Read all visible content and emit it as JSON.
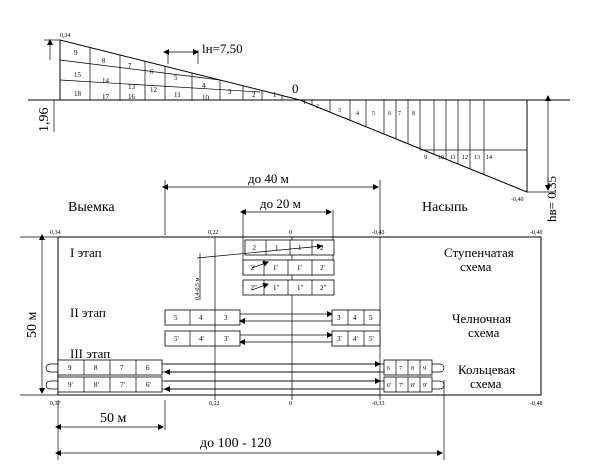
{
  "profile": {
    "left_height": "0,34",
    "depth_label": "1,96",
    "step_label": "lн=7,50",
    "zero_label": "0",
    "right_depth_label": "-0,40",
    "fill_height_label": "hв= 0.35",
    "cut_numbers": [
      "9",
      "8",
      "7",
      "6",
      "15",
      "14",
      "5",
      "4",
      "13",
      "12",
      "11",
      "10",
      "3",
      "2",
      "1",
      "18",
      "17",
      "16"
    ],
    "fill_numbers": [
      "1",
      "2",
      "3",
      "4",
      "5",
      "6",
      "7",
      "8",
      "9",
      "10",
      "11",
      "12",
      "13",
      "14"
    ]
  },
  "dims": {
    "upto40": "до 40 м",
    "upto20": "до 20 м",
    "cut_label": "Выемка",
    "fill_label": "Насыпь",
    "m50_vertical": "50 м",
    "m50": "50 м",
    "upto100": "до 100 - 120"
  },
  "plan": {
    "top_marks": [
      "0,34",
      "0,22",
      "0",
      "-0,43",
      "-0,40"
    ],
    "bottom_marks": [
      "0,37",
      "0,22",
      "0",
      "-0,33",
      "-0,48"
    ],
    "vertical_note": "0,4-0,5 м"
  },
  "stages": [
    {
      "label": "I этап",
      "scheme": [
        "Ступенчатая",
        "схема"
      ]
    },
    {
      "label": "II этап",
      "scheme": [
        "Челночная",
        "схема"
      ]
    },
    {
      "label": "III этап",
      "scheme": [
        "Кольцевая",
        "схема"
      ]
    }
  ],
  "stepped_rows": [
    [
      "2",
      "1",
      "1",
      "2"
    ],
    [
      "2'",
      "1'",
      "1'",
      "2'"
    ],
    [
      "2\"",
      "1\"",
      "1\"",
      "2\""
    ]
  ],
  "shuttle_left": [
    [
      "5",
      "4",
      "3"
    ],
    [
      "5'",
      "4'",
      "3'"
    ]
  ],
  "shuttle_right": [
    [
      "3",
      "4",
      "5"
    ],
    [
      "3'",
      "4'",
      "5'"
    ]
  ],
  "ring_left": [
    [
      "9",
      "8",
      "7",
      "6"
    ],
    [
      "9'",
      "8'",
      "7'",
      "6'"
    ]
  ],
  "ring_right": [
    [
      "6",
      "7",
      "8",
      "9"
    ],
    [
      "6'",
      "7'",
      "8'",
      "9'"
    ]
  ]
}
